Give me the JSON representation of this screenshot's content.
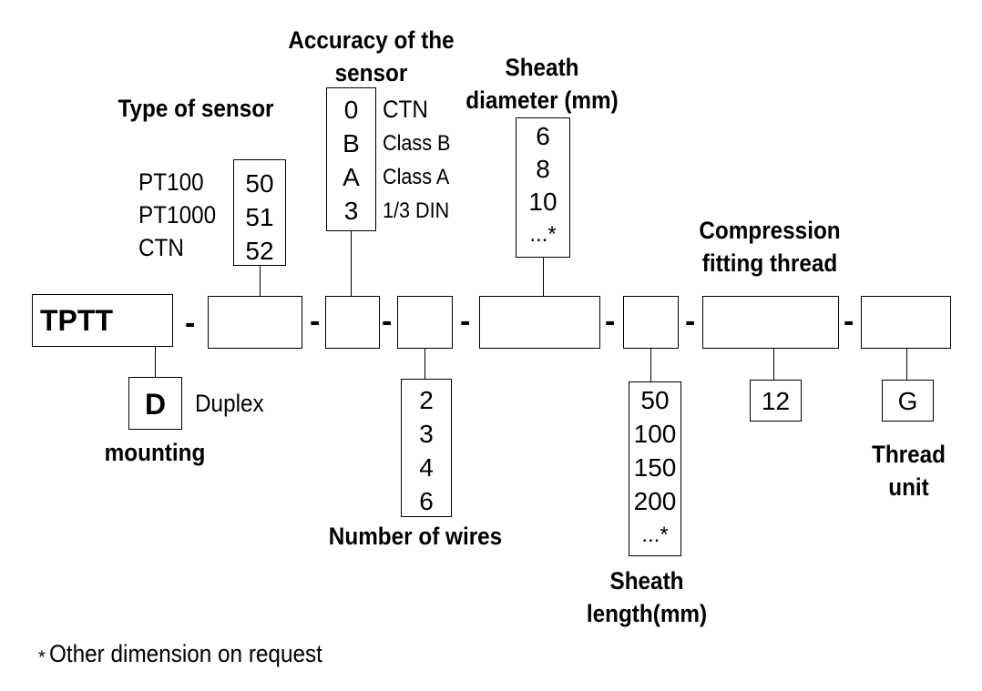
{
  "prefix": "TPTT",
  "separator": "-",
  "mounting": {
    "code": "D",
    "description": "Duplex",
    "label": "mounting"
  },
  "type_of_sensor": {
    "label": "Type of sensor",
    "options": [
      {
        "name": "PT100",
        "code": "50"
      },
      {
        "name": "PT1000",
        "code": "51"
      },
      {
        "name": "CTN",
        "code": "52"
      }
    ]
  },
  "accuracy": {
    "label_line1": "Accuracy of the",
    "label_line2": "sensor",
    "options": [
      {
        "code": "0",
        "name": "CTN"
      },
      {
        "code": "B",
        "name": "Class B"
      },
      {
        "code": "A",
        "name": "Class A"
      },
      {
        "code": "3",
        "name": "1/3 DIN"
      }
    ]
  },
  "number_of_wires": {
    "label": "Number of wires",
    "options": [
      "2",
      "3",
      "4",
      "6"
    ]
  },
  "sheath_diameter": {
    "label_line1": "Sheath",
    "label_line2": "diameter (mm)",
    "options": [
      "6",
      "8",
      "10",
      "...*"
    ]
  },
  "sheath_length": {
    "label_line1": "Sheath",
    "label_line2": "length(mm)",
    "options": [
      "50",
      "100",
      "150",
      "200",
      "...*"
    ]
  },
  "compression_fitting_thread": {
    "label_line1": "Compression",
    "label_line2": "fitting thread",
    "code": "12"
  },
  "thread_unit": {
    "label_line1": "Thread",
    "label_line2": "unit",
    "code": "G"
  },
  "footnote": {
    "marker": "*",
    "text": "Other dimension on request"
  }
}
